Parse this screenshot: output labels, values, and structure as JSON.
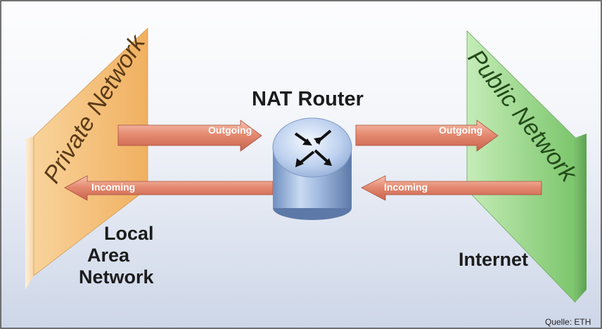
{
  "title": "NAT Router",
  "left_wall": {
    "label": "Private Network",
    "color": "#f2b46a"
  },
  "right_wall": {
    "label": "Public Network",
    "color": "#8fd080"
  },
  "arrows": {
    "left_outgoing": "Outgoing",
    "left_incoming": "Incoming",
    "right_outgoing": "Outgoing",
    "right_incoming": "Incoming",
    "color": "#e08a70"
  },
  "left_caption": [
    "Local",
    "Area",
    "Network"
  ],
  "right_caption": "Internet",
  "source": "Quelle: ETH",
  "icons": {
    "router": "router-icon"
  }
}
